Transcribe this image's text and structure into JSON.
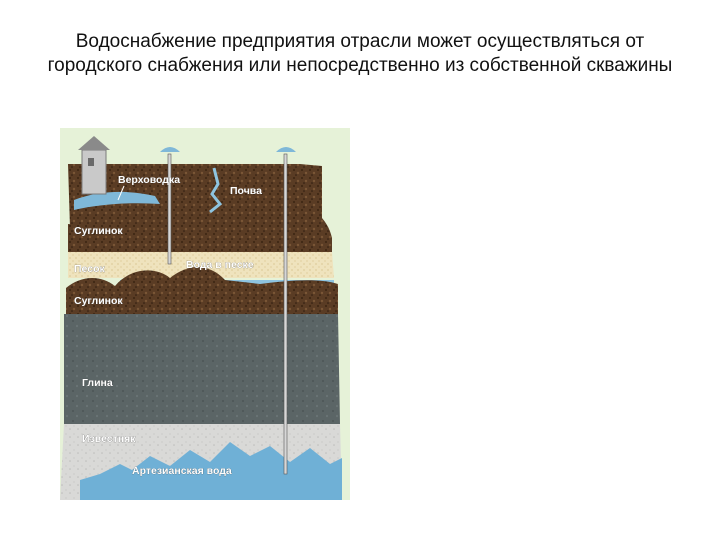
{
  "slide": {
    "title": "Водоснабжение предприятия отрасли может осуществляться от городского снабжения или непосредственно из собственной скважины"
  },
  "figure": {
    "labels": {
      "perched_water": "Верховодка",
      "soil": "Почва",
      "loam_upper": "Суглинок",
      "sand": "Песок",
      "water_in_sand": "Вода в песке",
      "loam_lower": "Суглинок",
      "clay": "Глина",
      "limestone": "Известняк",
      "artesian_water": "Артезианская вода"
    }
  }
}
